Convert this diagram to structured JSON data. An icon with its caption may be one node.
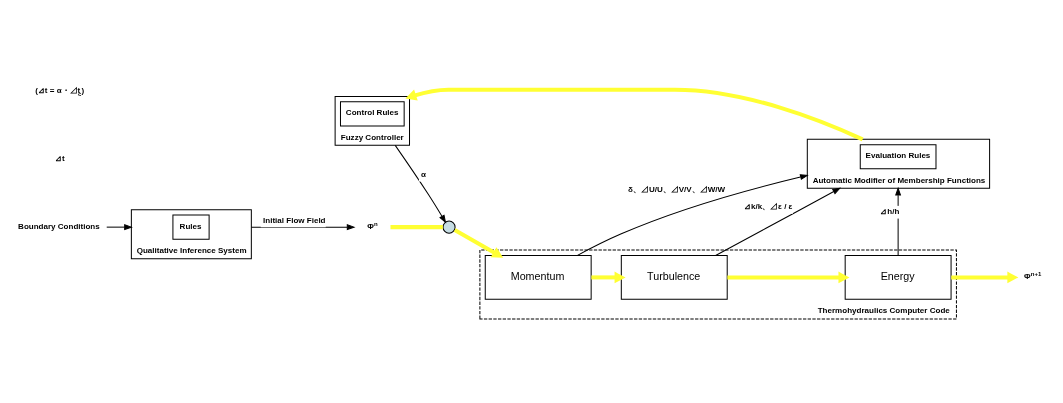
{
  "diagram": {
    "nodes": [
      {
        "text": [
          "Fuzzy Controller"
        ]
      },
      {
        "text": [
          "Control Rules"
        ],
        "in": 0
      },
      {
        "text": [
          "Automatic Modifier of Membership Functions"
        ]
      },
      {
        "text": [
          "Evaluation Rules"
        ],
        "in": 2
      },
      {
        "text": [
          "Thermohydraulics Computer Code"
        ]
      },
      {
        "text": [
          "Momentum"
        ],
        "in": 4
      },
      {
        "text": [
          "Turbulence"
        ],
        "in": 4
      },
      {
        "text": [
          "Energy"
        ],
        "in": 4
      },
      {
        "text": [],
        "shape": "circle"
      },
      {
        "text": [
          "Φ$^{n}$"
        ]
      },
      {
        "text": [
          "Φ$^{n+1}$"
        ]
      },
      {
        "text": [
          "Qualitative Inference System"
        ]
      },
      {
        "text": [
          "Rules"
        ],
        "in": 11
      },
      {
        "text": [
          "Boundary Conditions"
        ]
      }
    ],
    "edges": [
      {
        "from": 9,
        "to": 8,
        "arrow": "none",
        "style": "thick",
        "color": "#ffff33"
      },
      {
        "from": 8,
        "to": 5,
        "arrow": "to",
        "style": "thick",
        "color": "#ffff33"
      },
      {
        "from": 0,
        "to": 8,
        "arrow": "to",
        "label": "α",
        "color": "#000000"
      },
      {
        "from": 5,
        "to": 6,
        "arrow": "to",
        "style": "thick",
        "color": "#ffff33"
      },
      {
        "from": 6,
        "to": 7,
        "arrow": "to",
        "style": "thick",
        "color": "#ffff33"
      },
      {
        "from": 7,
        "to": 10,
        "arrow": "to",
        "style": "thick",
        "color": "#ffff33"
      },
      {
        "from": 5,
        "to": 2,
        "arrow": "to",
        "label": "δ、⊿U/U、⊿V/V、⊿W/W",
        "color": "#000000"
      },
      {
        "from": 6,
        "to": 2,
        "arrow": "to",
        "label": "⊿k/k、⊿ε / ε",
        "color": "#000000"
      },
      {
        "from": 7,
        "to": 2,
        "arrow": "to",
        "label": "⊿h/h",
        "color": "#000000"
      },
      {
        "from": 2,
        "to": 0,
        "arrow": "to",
        "style": "thick",
        "color": "#ffff33"
      },
      {
        "from": 11,
        "to": 9,
        "arrow": "to",
        "label": "Initial Flow Field",
        "color": "#000000"
      },
      {
        "from": 13,
        "to": 11,
        "arrow": "to",
        "color": "#000000"
      }
    ],
    "labels": [
      "⊿t",
      "(⊿t = α・⊿t$_{c}$)"
    ]
  }
}
